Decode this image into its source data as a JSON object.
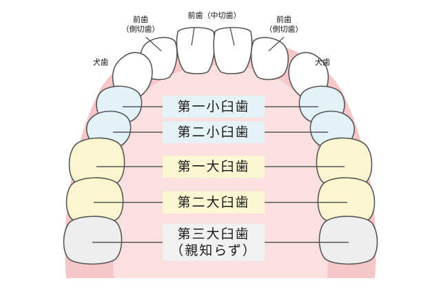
{
  "labels": {
    "incisor_center": "前歯（中切歯）",
    "incisor_lateral_line1": "前歯",
    "incisor_lateral_line2": "（側切歯）",
    "canine": "犬歯"
  },
  "boxes": {
    "premolar1": "第一小臼歯",
    "premolar2": "第二小臼歯",
    "molar1": "第一大臼歯",
    "molar2": "第二大臼歯",
    "molar3_line1": "第三大臼歯",
    "molar3_line2": "（親知らず）"
  },
  "colors": {
    "gum": "#f6c7c9",
    "palate": "#fbe0e0",
    "premolar": "#e2f2f6",
    "molar": "#fbf6cf",
    "wisdom": "#eeeeee",
    "tooth_outline": "#555555",
    "leader": "#555555"
  }
}
